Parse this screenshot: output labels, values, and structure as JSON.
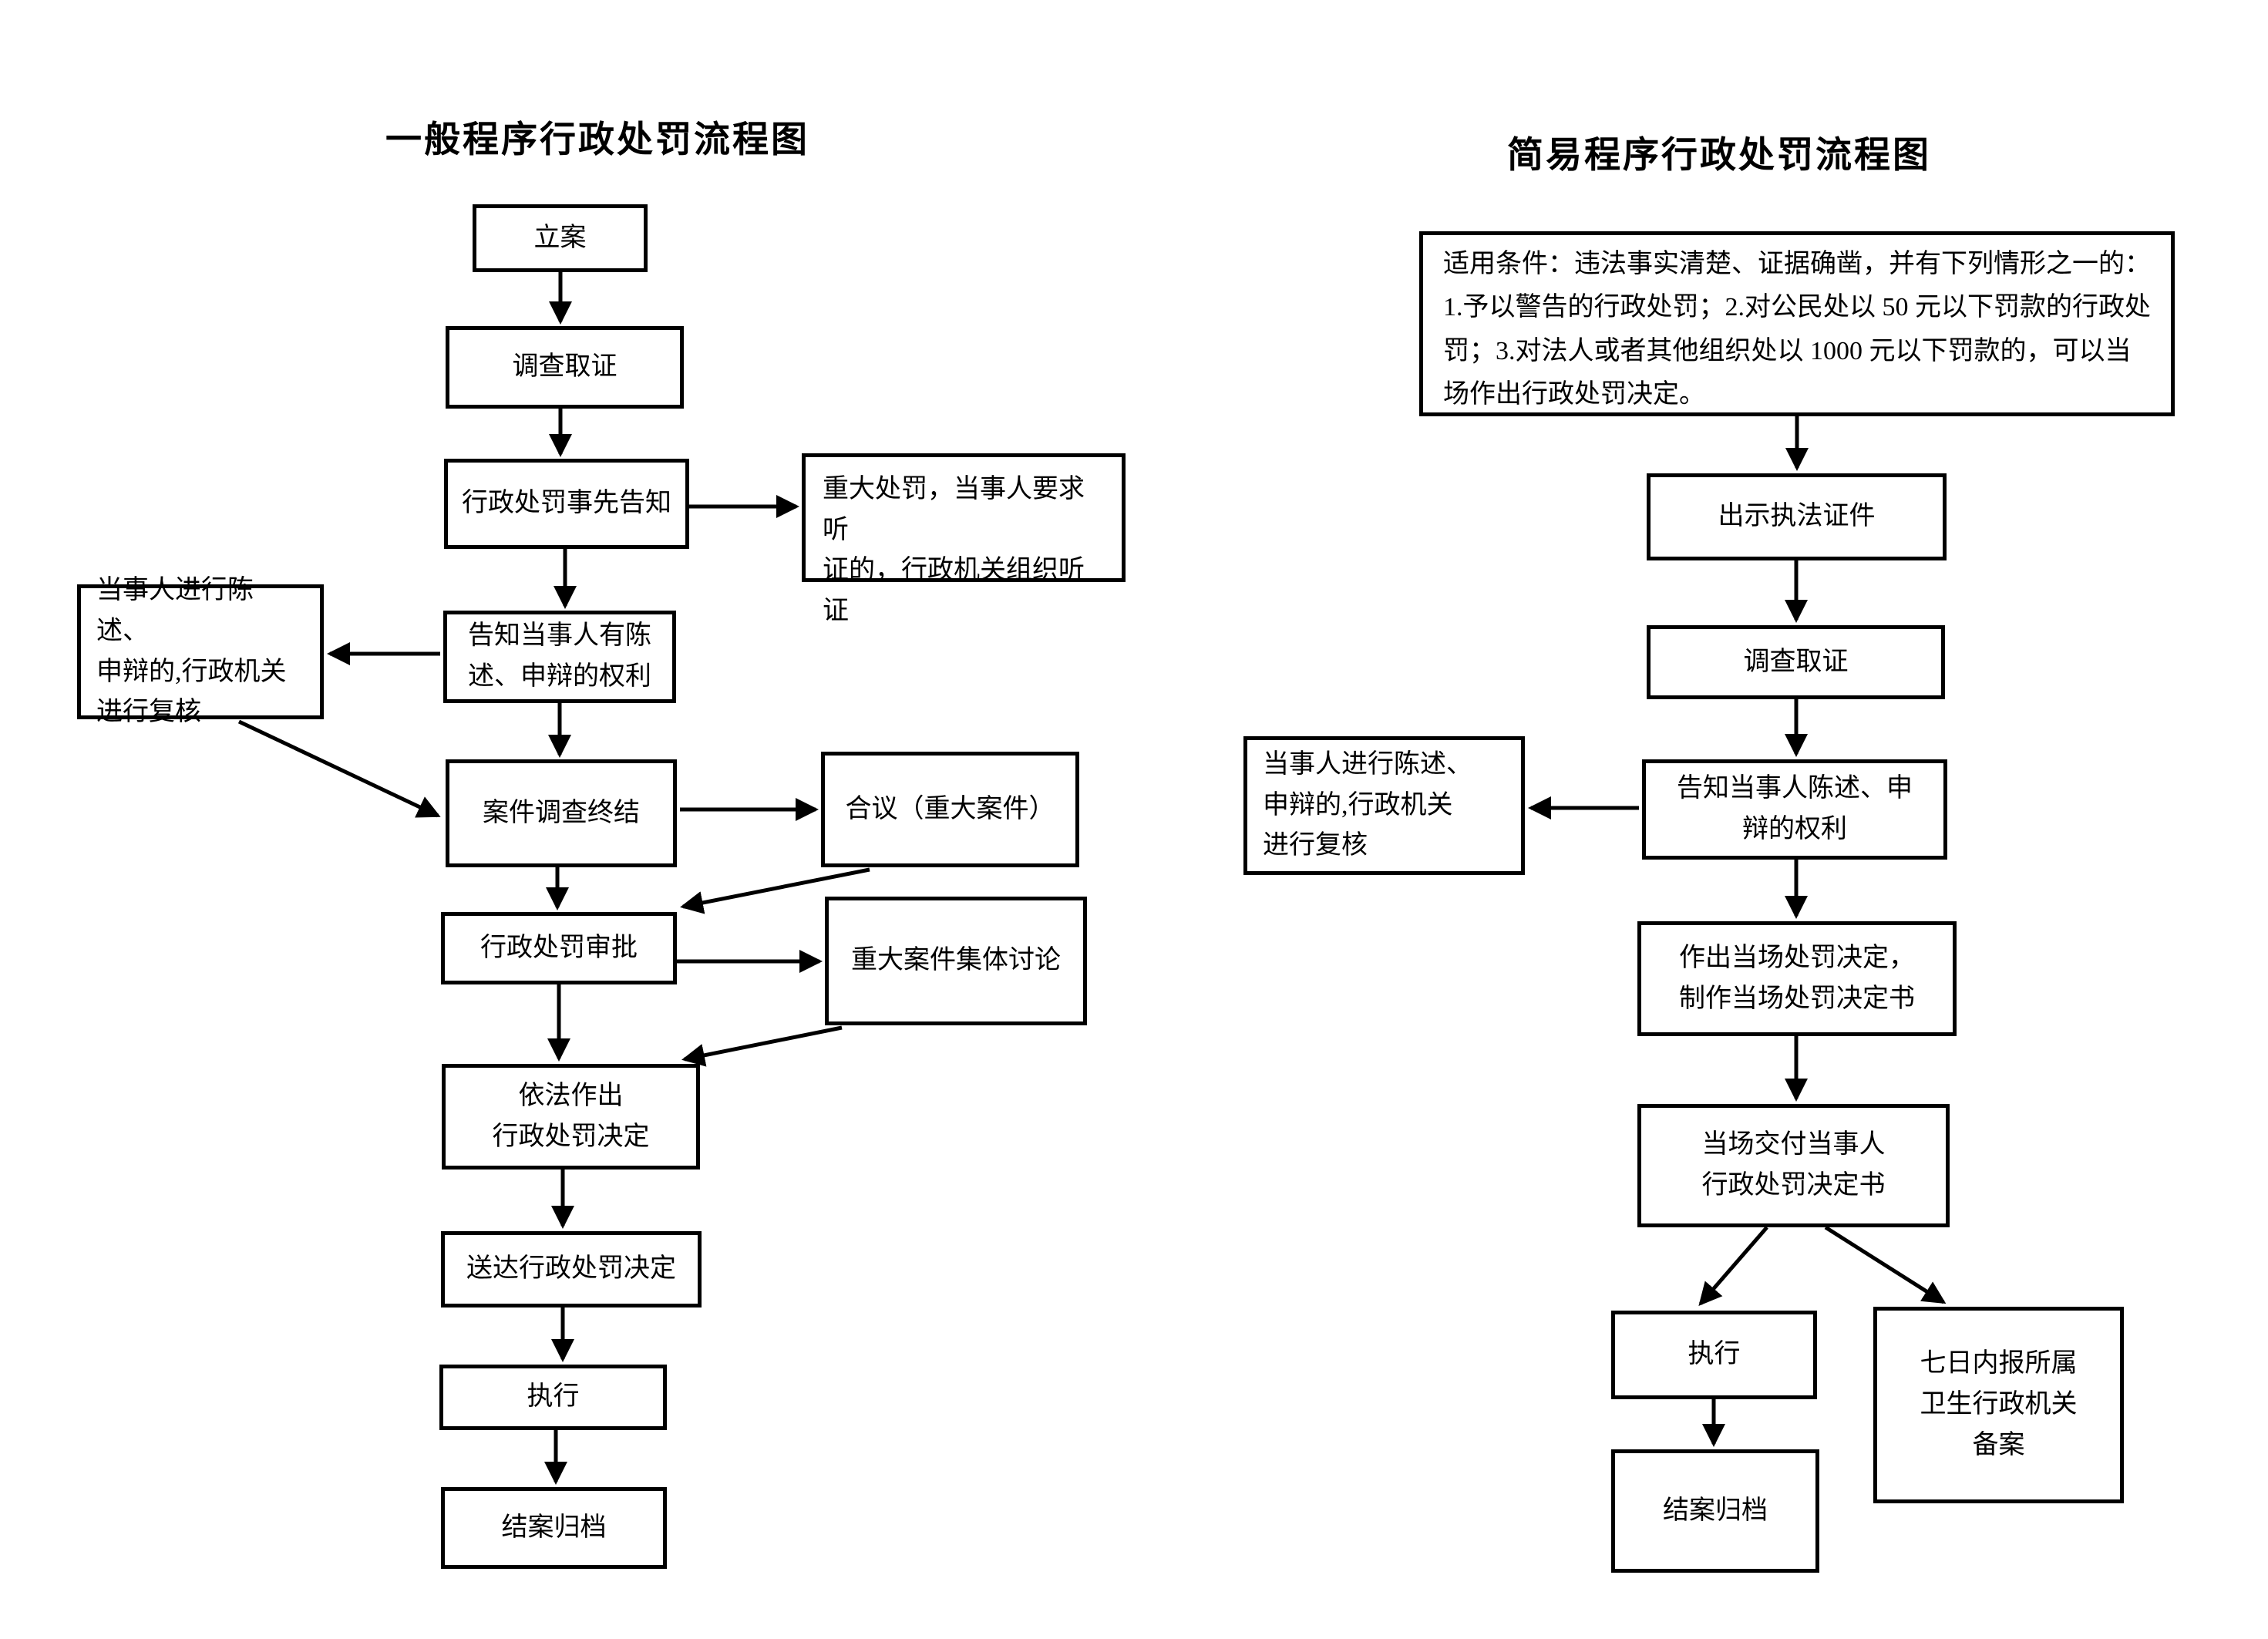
{
  "page": {
    "background": "#ffffff",
    "ink": "#000000"
  },
  "left_chart": {
    "title": "一般程序行政处罚流程图",
    "nodes": [
      {
        "id": "case-filing",
        "label": "立案"
      },
      {
        "id": "investigation",
        "label": "调查取证"
      },
      {
        "id": "prior-notice",
        "label": "行政处罚事先告知"
      },
      {
        "id": "hearing-note",
        "label": "重大处罚，当事人要求听\n证的，行政机关组织听证"
      },
      {
        "id": "statement-review-note",
        "label": "当事人进行陈述、\n申辩的,行政机关\n进行复核"
      },
      {
        "id": "inform-rights",
        "label": "告知当事人有陈\n述、申辩的权利"
      },
      {
        "id": "investigation-conclusion",
        "label": "案件调查终结"
      },
      {
        "id": "panel-discussion",
        "label": "合议（重大案件）"
      },
      {
        "id": "punishment-approval",
        "label": "行政处罚审批"
      },
      {
        "id": "major-case-discussion",
        "label": "重大案件集体讨论"
      },
      {
        "id": "decision-by-law",
        "label": "依法作出\n行政处罚决定"
      },
      {
        "id": "deliver-decision",
        "label": "送达行政处罚决定"
      },
      {
        "id": "execution",
        "label": "执行"
      },
      {
        "id": "case-closed",
        "label": "结案归档"
      }
    ]
  },
  "right_chart": {
    "title": "简易程序行政处罚流程图",
    "nodes": [
      {
        "id": "conditions",
        "label": "适用条件：违法事实清楚、证据确凿，并有下列情形之一的：1.予以警告的行政处罚；2.对公民处以 50 元以下罚款的行政处罚；3.对法人或者其他组织处以 1000 元以下罚款的，可以当场作出行政处罚决定。"
      },
      {
        "id": "show-credentials",
        "label": "出示执法证件"
      },
      {
        "id": "investigation",
        "label": "调查取证"
      },
      {
        "id": "inform-rights",
        "label": "告知当事人陈述、申\n辩的权利"
      },
      {
        "id": "statement-review-note",
        "label": "当事人进行陈述、\n申辩的,行政机关\n进行复核"
      },
      {
        "id": "onsite-decision",
        "label": "作出当场处罚决定，\n制作当场处罚决定书"
      },
      {
        "id": "deliver-onsite-decision",
        "label": "当场交付当事人\n行政处罚决定书"
      },
      {
        "id": "execution",
        "label": "执行"
      },
      {
        "id": "report-filing",
        "label": "七日内报所属\n卫生行政机关\n备案"
      },
      {
        "id": "case-closed",
        "label": "结案归档"
      }
    ]
  }
}
